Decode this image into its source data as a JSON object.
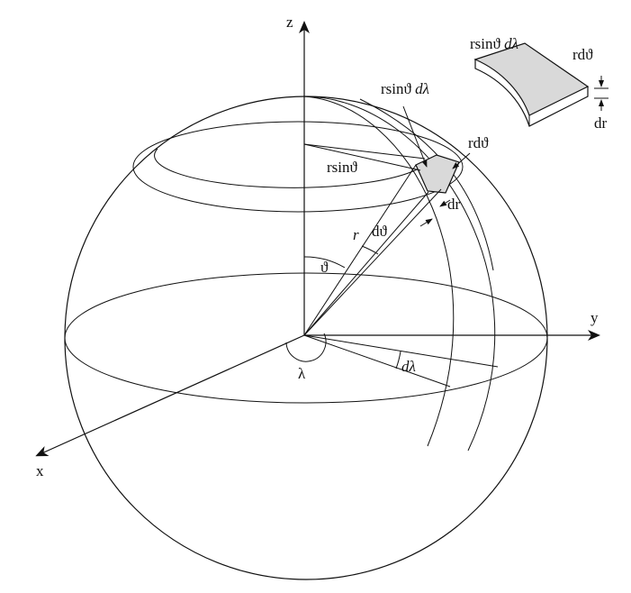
{
  "labels": {
    "axis_z": "z",
    "axis_y": "y",
    "axis_x": "x",
    "rsin_theta": "rsinϑ",
    "rsin_theta_dlambda_prefix": "rsinϑ",
    "dlambda_sym": "dλ",
    "r_dtheta": "rdϑ",
    "dr": "dr",
    "r": "r",
    "dtheta": "dϑ",
    "theta": "ϑ",
    "lambda": "λ",
    "dlambda": "dλ",
    "inset_top_prefix": "rsinϑ",
    "inset_top_sym": "dλ",
    "inset_right": "rdϑ",
    "inset_dr": "dr"
  },
  "colors": {
    "line": "#111111",
    "shade": "#d9d9d9",
    "background": "#ffffff"
  }
}
